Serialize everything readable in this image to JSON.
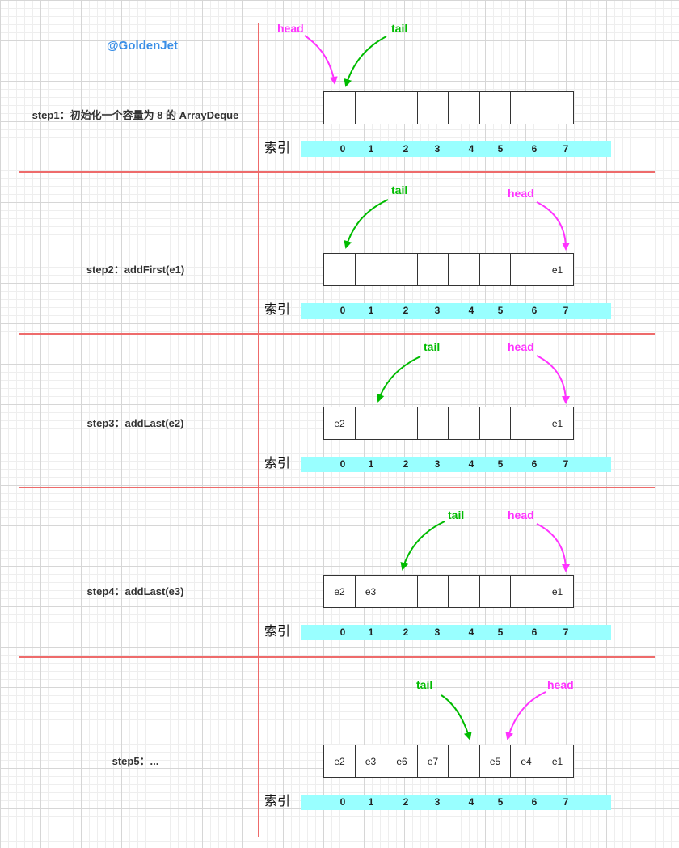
{
  "brand": "@GoldenJet",
  "index_label": "索引",
  "indices": [
    "0",
    "1",
    "2",
    "3",
    "4",
    "5",
    "6",
    "7"
  ],
  "pointers": {
    "head": "head",
    "tail": "tail"
  },
  "colors": {
    "head": "#ff33ff",
    "tail": "#00bb00",
    "divider": "#ee6b6b",
    "index_bar": "#99ffff",
    "brand": "#3a8ee6"
  },
  "steps": [
    {
      "label": "step1：初始化一个容量为 8 的 ArrayDeque",
      "cells": [
        "",
        "",
        "",
        "",
        "",
        "",
        "",
        ""
      ],
      "head_index": 0,
      "tail_index": 0
    },
    {
      "label": "step2：addFirst(e1)",
      "cells": [
        "",
        "",
        "",
        "",
        "",
        "",
        "",
        "e1"
      ],
      "head_index": 7,
      "tail_index": 0
    },
    {
      "label": "step3：addLast(e2)",
      "cells": [
        "e2",
        "",
        "",
        "",
        "",
        "",
        "",
        "e1"
      ],
      "head_index": 7,
      "tail_index": 1
    },
    {
      "label": "step4：addLast(e3)",
      "cells": [
        "e2",
        "e3",
        "",
        "",
        "",
        "",
        "",
        "e1"
      ],
      "head_index": 7,
      "tail_index": 2
    },
    {
      "label": "step5：...",
      "cells": [
        "e2",
        "e3",
        "e6",
        "e7",
        "",
        "e5",
        "e4",
        "e1"
      ],
      "head_index": 5,
      "tail_index": 4
    }
  ]
}
